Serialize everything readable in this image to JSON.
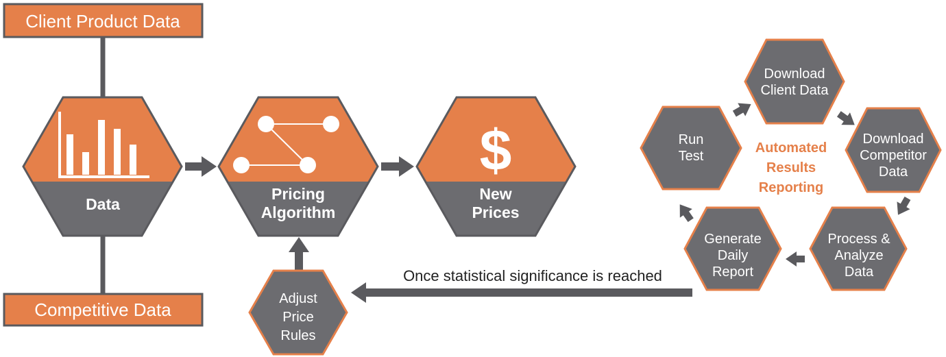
{
  "colors": {
    "orange": "#e5804a",
    "gray": "#6c6c70",
    "dark": "#5a5a5e",
    "white": "#ffffff"
  },
  "sources": {
    "client": "Client Product Data",
    "competitive": "Competitive Data"
  },
  "main_flow": {
    "data": "Data",
    "pricing_line1": "Pricing",
    "pricing_line2": "Algorithm",
    "new_line1": "New",
    "new_line2": "Prices",
    "dollar_symbol": "$"
  },
  "adjust": {
    "line1": "Adjust",
    "line2": "Price",
    "line3": "Rules"
  },
  "note": "Once statistical significance is reached",
  "cycle": {
    "title_line1": "Automated",
    "title_line2": "Results",
    "title_line3": "Reporting",
    "download_client": [
      "Download",
      "Client Data"
    ],
    "download_competitor": [
      "Download",
      "Competitor",
      "Data"
    ],
    "process": [
      "Process &",
      "Analyze",
      "Data"
    ],
    "generate": [
      "Generate",
      "Daily",
      "Report"
    ],
    "run_test": [
      "Run",
      "Test"
    ]
  }
}
